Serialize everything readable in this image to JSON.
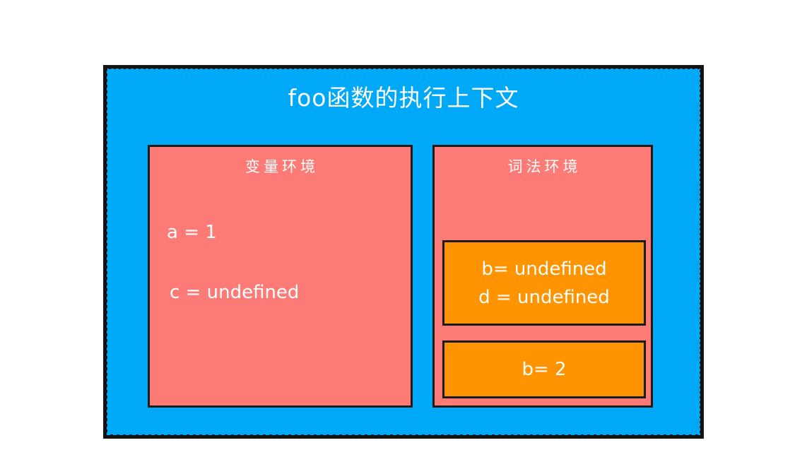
{
  "diagram": {
    "title": "foo函数的执行上下文",
    "colors": {
      "context_bg": "#00a8f8",
      "environment_bg": "#fc7b76",
      "binding_bg": "#ff9300",
      "text": "#ffffff",
      "border": "#1a1a1a",
      "canvas": "#ffffff"
    },
    "panels": [
      {
        "id": "variable-environment",
        "header": "变量环境",
        "entries": [
          {
            "text": "a = 1"
          },
          {
            "text": "c = undefined"
          }
        ],
        "bindings": []
      },
      {
        "id": "lexical-environment",
        "header": "词法环境",
        "entries": [],
        "bindings": [
          {
            "id": "binding-block-1",
            "lines": [
              "b= undefined",
              "d = undefined"
            ]
          },
          {
            "id": "binding-block-2",
            "lines": [
              "b= 2"
            ]
          }
        ]
      }
    ]
  }
}
